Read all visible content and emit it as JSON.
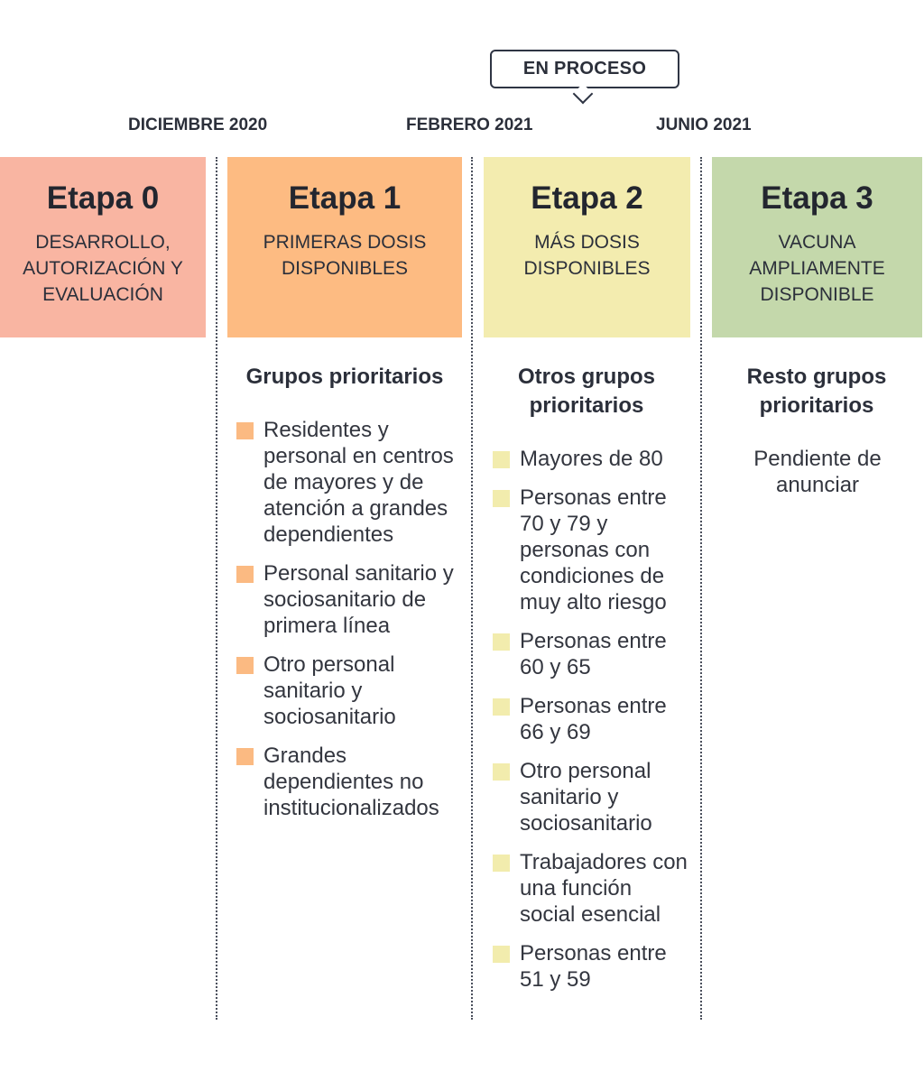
{
  "callout": {
    "label": "EN PROCESO"
  },
  "dates": [
    "DICIEMBRE 2020",
    "FEBRERO 2021",
    "JUNIO 2021"
  ],
  "colors": {
    "stage0": "#f9b5a2",
    "stage1": "#fdbb82",
    "stage2": "#f3ecaf",
    "stage3": "#c4d8ab",
    "bullet1": "#fbba82",
    "bullet2": "#f2ecad"
  },
  "stages": [
    {
      "title": "Etapa 0",
      "subtitle": "DESARROLLO, AUTORIZACIÓN Y EVALUACIÓN"
    },
    {
      "title": "Etapa 1",
      "subtitle": "PRIMERAS DOSIS DISPONIBLES"
    },
    {
      "title": "Etapa 2",
      "subtitle": "MÁS DOSIS DISPONIBLES"
    },
    {
      "title": "Etapa 3",
      "subtitle": "VACUNA AMPLIAMENTE DISPONIBLE"
    }
  ],
  "groups": {
    "stage1": {
      "heading": "Grupos prioritarios",
      "items": [
        "Residentes y personal en centros de mayores y de atención a grandes dependientes",
        "Personal sanitario y sociosanitario de primera línea",
        "Otro personal sanitario y sociosanitario",
        "Grandes dependientes no institucionalizados"
      ]
    },
    "stage2": {
      "heading": "Otros grupos prioritarios",
      "items": [
        "Mayores de 80",
        "Personas entre 70 y 79 y personas con condiciones de muy alto riesgo",
        "Personas entre 60 y 65",
        "Personas entre 66 y 69",
        "Otro personal sanitario y sociosanitario",
        "Trabajadores con una función social esencial",
        "Personas entre 51 y 59"
      ]
    },
    "stage3": {
      "heading": "Resto grupos prioritarios",
      "note": "Pendiente de anunciar"
    }
  }
}
